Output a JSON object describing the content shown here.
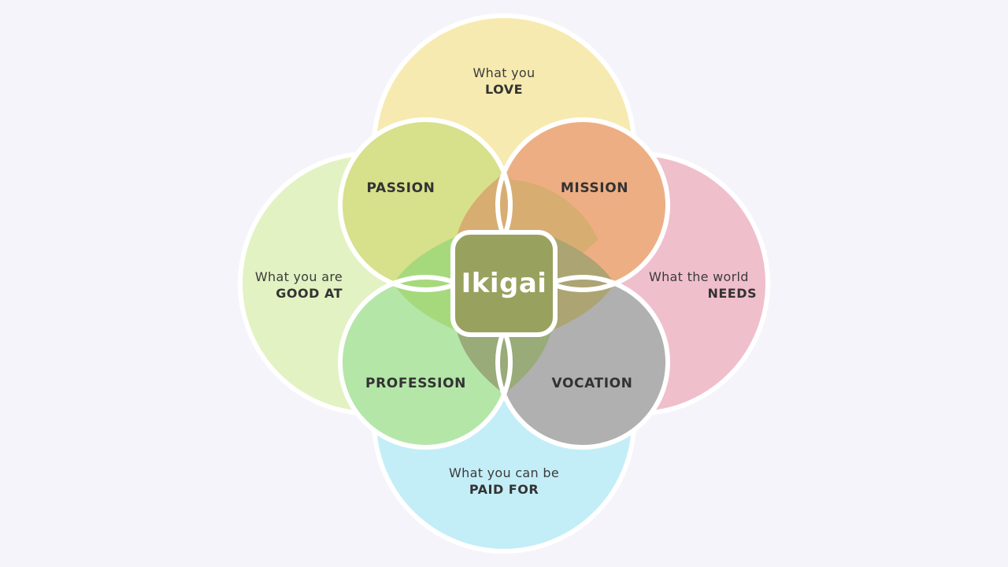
{
  "diagram": {
    "circles": {
      "love": {
        "line1": "What you",
        "line2": "LOVE",
        "color": "#f7eab0"
      },
      "good_at": {
        "line1": "What you are",
        "line2": "GOOD AT",
        "color": "#e2f2c2"
      },
      "needs": {
        "line1": "What the world",
        "line2": "NEEDS",
        "color": "#f0bfcc"
      },
      "paid_for": {
        "line1": "What you can be",
        "line2": "PAID FOR",
        "color": "#c4eef7"
      }
    },
    "regions": {
      "passion": {
        "label": "PASSION",
        "color": "#d7e08a"
      },
      "mission": {
        "label": "MISSION",
        "color": "#eeae83"
      },
      "profession": {
        "label": "PROFESSION",
        "color": "#b4e6a8"
      },
      "vocation": {
        "label": "VOCATION",
        "color": "#b0b0b0"
      },
      "love_needs_overlap": {
        "color": "#d7ad72"
      },
      "good_paid_overlap": {
        "color": "#a6d97c"
      },
      "needs_paid_overlap": {
        "color": "#aca472"
      },
      "bottom_overlap": {
        "color": "#98ab78"
      }
    },
    "center": {
      "label": "Ikigai",
      "color": "#99a15f"
    },
    "stroke_color": "#ffffff",
    "background": "#f6f4fb"
  }
}
